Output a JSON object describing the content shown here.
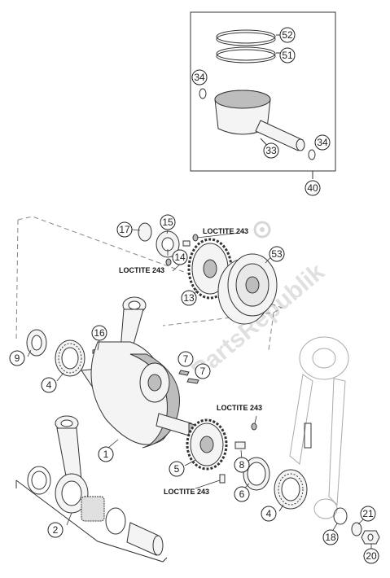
{
  "callouts": [
    {
      "label": "52"
    },
    {
      "label": "51"
    },
    {
      "label": "34"
    },
    {
      "label": "33"
    },
    {
      "label": "34"
    },
    {
      "label": "40"
    },
    {
      "label": "17"
    },
    {
      "label": "15"
    },
    {
      "label": "14"
    },
    {
      "label": "53"
    },
    {
      "label": "13"
    },
    {
      "label": "16"
    },
    {
      "label": "9"
    },
    {
      "label": "4"
    },
    {
      "label": "7"
    },
    {
      "label": "7"
    },
    {
      "label": "1"
    },
    {
      "label": "5"
    },
    {
      "label": "8"
    },
    {
      "label": "6"
    },
    {
      "label": "4"
    },
    {
      "label": "2"
    },
    {
      "label": "18"
    },
    {
      "label": "21"
    },
    {
      "label": "20"
    }
  ],
  "notes": {
    "loctite_1": "LOCTITE 243",
    "loctite_2": "LOCTITE 243",
    "loctite_3": "LOCTITE 243",
    "loctite_4": "LOCTITE 243"
  },
  "watermark": "PartsRepublik"
}
